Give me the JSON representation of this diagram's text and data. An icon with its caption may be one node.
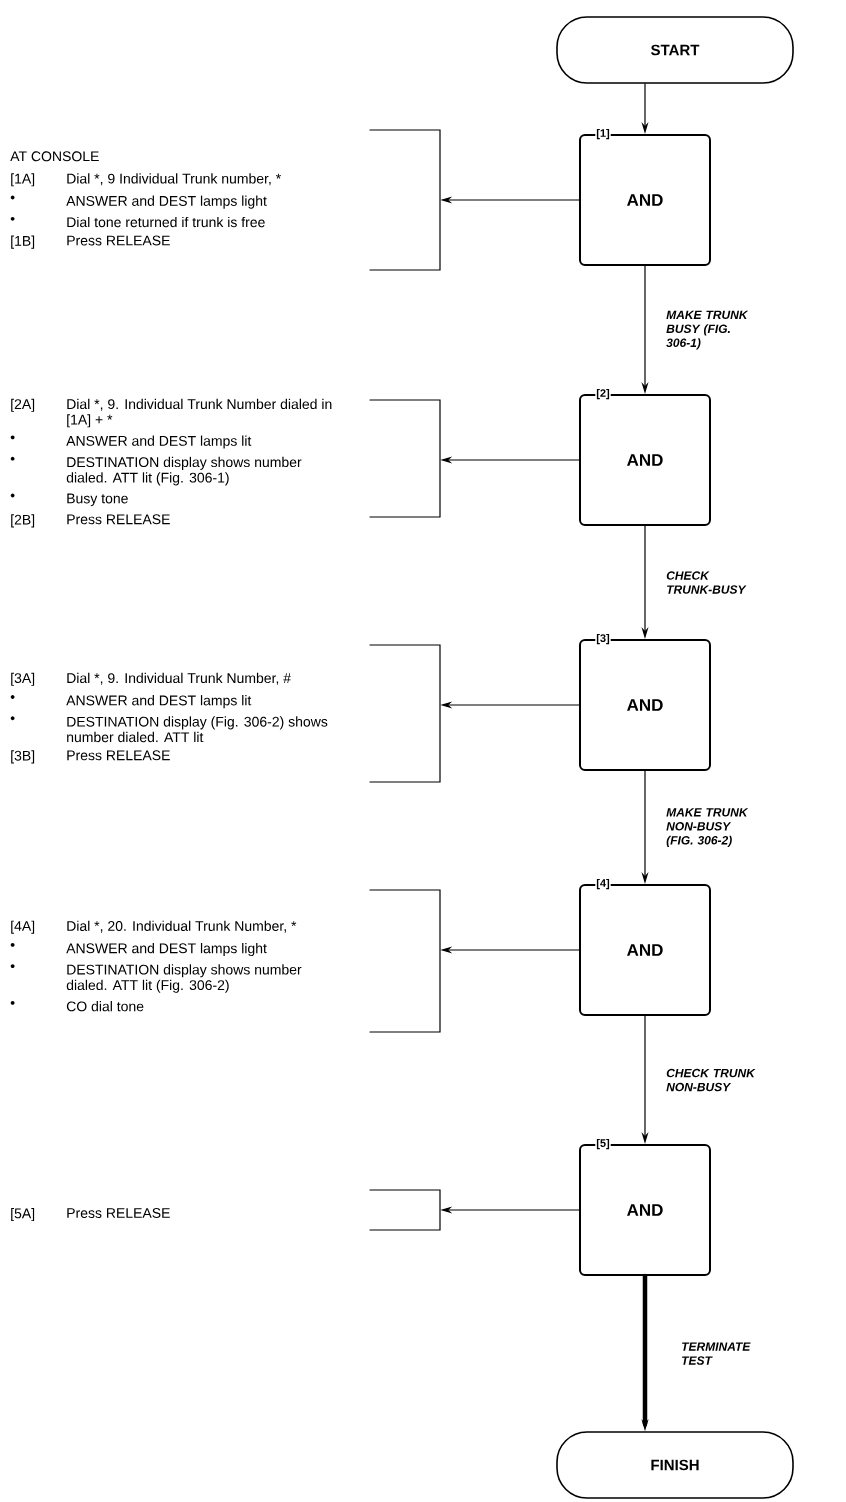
{
  "diagram": {
    "nodes": [
      {
        "text": [
          "START"
        ]
      },
      {
        "text": [
          "[1]",
          "AND"
        ]
      },
      {
        "text": [
          "[2]",
          "AND"
        ]
      },
      {
        "text": [
          "[3]",
          "AND"
        ]
      },
      {
        "text": [
          "[4]",
          "AND"
        ]
      },
      {
        "text": [
          "[5]",
          "AND"
        ]
      },
      {
        "text": [
          "FINISH"
        ]
      },
      {
        "text": [
          "AT CONSOLE",
          "[1A]",
          "Dial *, 9 Individual Trunk number, *",
          "•",
          "ANSWER and DEST lamps light",
          "•",
          "Dial tone returned if trunk is free",
          "[1B]",
          "Press RELEASE"
        ]
      },
      {
        "text": [
          "[2A]",
          "Dial *, 9. Individual Trunk Number dialed in [1A] + *",
          "•",
          "ANSWER and DEST lamps lit",
          "•",
          "DESTINATION display shows number dialed. ATT lit (Fig. 306-1)",
          "•",
          "Busy tone",
          "[2B]",
          "Press RELEASE"
        ]
      },
      {
        "text": [
          "[3A]",
          "Dial *, 9. Individual Trunk Number, #",
          "•",
          "ANSWER and DEST lamps lit",
          "•",
          "DESTINATION display (Fig. 306-2) shows number dialed. ATT lit",
          "[3B]",
          "Press RELEASE"
        ]
      },
      {
        "text": [
          "[4A]",
          "Dial *, 20. Individual Trunk Number, *",
          "•",
          "ANSWER and DEST lamps light",
          "•",
          "DESTINATION display shows number dialed. ATT lit (Fig. 306-2)",
          "•",
          "CO dial tone"
        ]
      },
      {
        "text": [
          "[5A]",
          "Press RELEASE"
        ]
      }
    ],
    "edges": [
      {
        "from": 0,
        "to": 1,
        "arrow": "to"
      },
      {
        "from": 1,
        "to": 2,
        "arrow": "to",
        "label": "MAKE TRUNK BUSY (FIG. 306-1)"
      },
      {
        "from": 2,
        "to": 3,
        "arrow": "to",
        "label": "CHECK TRUNK-BUSY"
      },
      {
        "from": 3,
        "to": 4,
        "arrow": "to",
        "label": "MAKE TRUNK NON-BUSY (FIG. 306-2)"
      },
      {
        "from": 4,
        "to": 5,
        "arrow": "to",
        "label": "CHECK TRUNK NON-BUSY"
      },
      {
        "from": 5,
        "to": 6,
        "arrow": "to",
        "label": "TERMINATE TEST",
        "style": "thick"
      },
      {
        "from": 1,
        "to": 7,
        "arrow": "to"
      },
      {
        "from": 2,
        "to": 8,
        "arrow": "to"
      },
      {
        "from": 3,
        "to": 9,
        "arrow": "to"
      },
      {
        "from": 4,
        "to": 10,
        "arrow": "to"
      },
      {
        "from": 5,
        "to": 11,
        "arrow": "to"
      }
    ]
  }
}
